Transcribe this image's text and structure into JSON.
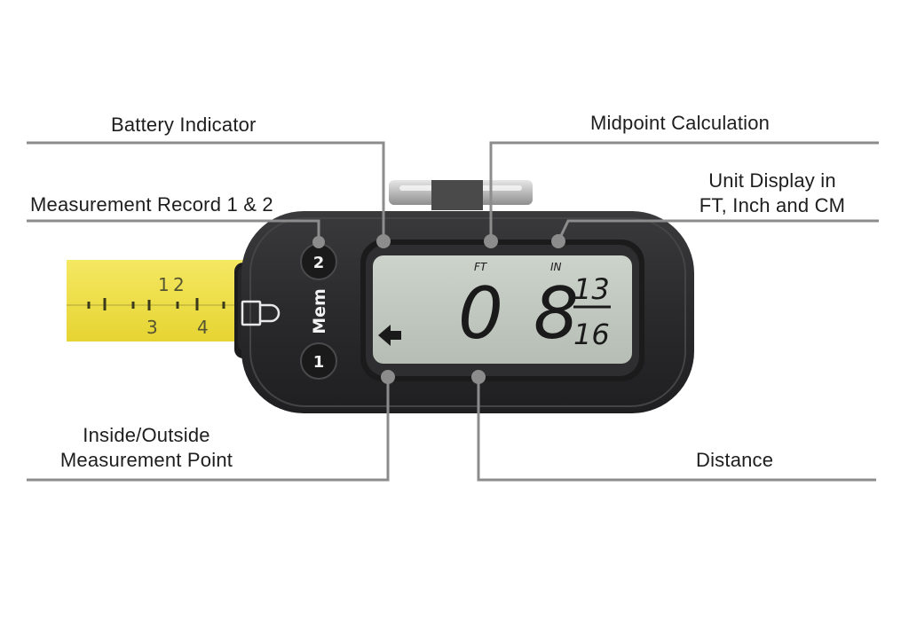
{
  "callouts": {
    "battery_indicator": "Battery Indicator",
    "midpoint_calculation": "Midpoint Calculation",
    "measurement_record": "Measurement Record 1 & 2",
    "unit_display_line1": "Unit Display in",
    "unit_display_line2": "FT, Inch and CM",
    "inside_outside_line1": "Inside/Outside",
    "inside_outside_line2": "Measurement Point",
    "distance": "Distance"
  },
  "device": {
    "button_2": "2",
    "button_1": "1",
    "mem_label": "Mem",
    "lcd": {
      "unit_ft": "FT",
      "unit_in": "IN",
      "feet_value": "0",
      "inch_value": "8",
      "fraction_numerator": "13",
      "fraction_denominator": "16",
      "arrow_icon": "left-arrow-icon"
    },
    "lock_icon": "lock-icon"
  },
  "tape": {
    "ruler_numbers": [
      "1",
      "2",
      "3",
      "4"
    ]
  },
  "colors": {
    "leader_line": "#8c8c8c",
    "device_body": "#2b2b2d",
    "lcd_background": "#c3cac2",
    "tape_yellow": "#f2e24a",
    "callout_dot": "#8c8c8c"
  }
}
